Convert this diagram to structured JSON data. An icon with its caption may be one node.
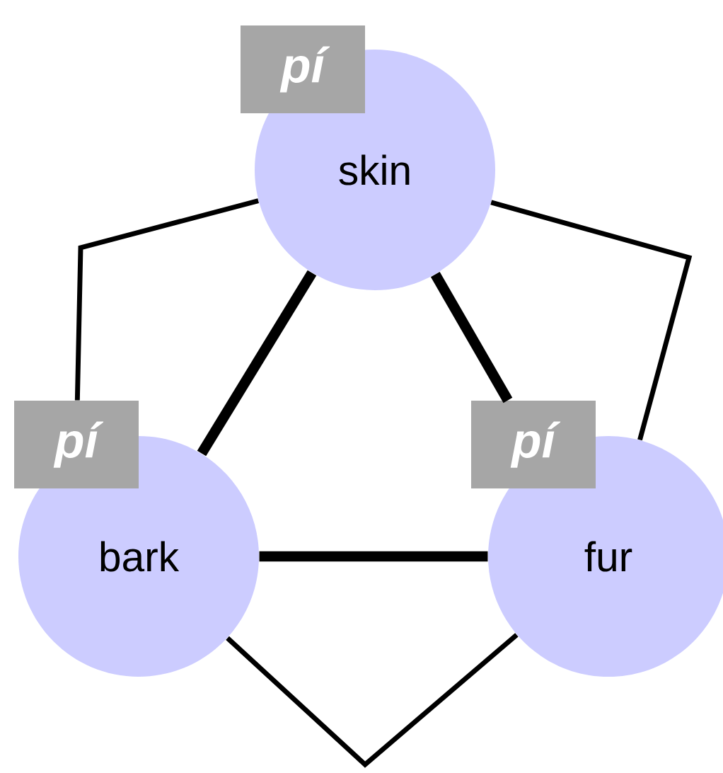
{
  "diagram": {
    "nodes": [
      {
        "text": [
          "skin"
        ]
      },
      {
        "text": [
          "pí"
        ]
      },
      {
        "text": [
          "bark"
        ]
      },
      {
        "text": [
          "pí"
        ]
      },
      {
        "text": [
          "fur"
        ]
      },
      {
        "text": [
          "pí"
        ]
      }
    ],
    "edges": [
      {
        "from": 0,
        "to": 3,
        "arrow": "none"
      },
      {
        "from": 0,
        "to": 4,
        "arrow": "none"
      },
      {
        "from": 0,
        "to": 2,
        "arrow": "none",
        "style": "thick"
      },
      {
        "from": 0,
        "to": 5,
        "arrow": "none",
        "style": "thick"
      },
      {
        "from": 2,
        "to": 4,
        "arrow": "none",
        "style": "thick"
      },
      {
        "from": 2,
        "to": 4,
        "arrow": "none"
      }
    ]
  }
}
